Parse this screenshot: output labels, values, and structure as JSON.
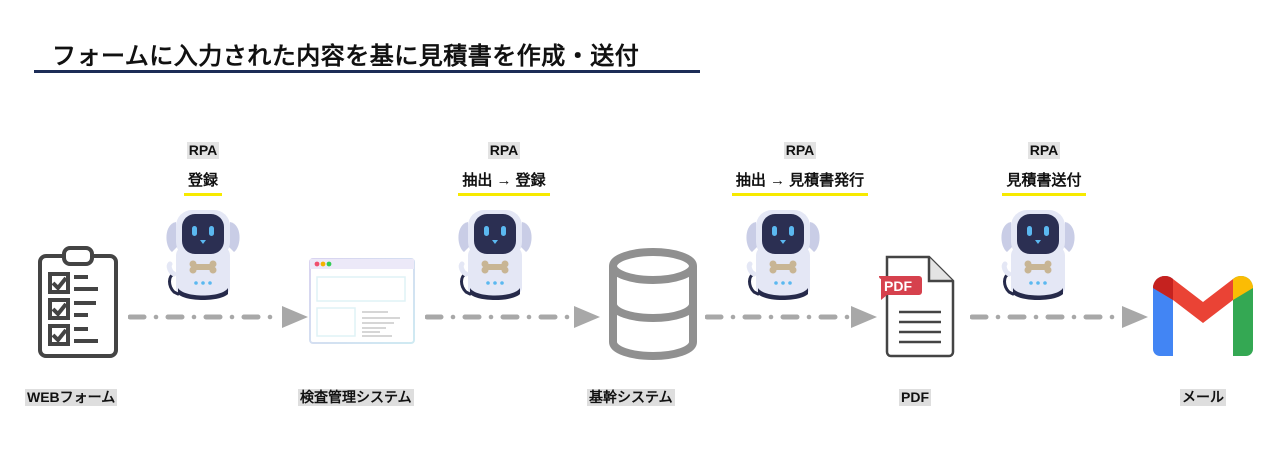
{
  "title": "フォームに入力された内容を基に見積書を作成・送付",
  "colors": {
    "title_rule": "#1d2d57",
    "highlight": "#f7ea00",
    "arrow": "#a8a8a8",
    "label_bg": "#dedede"
  },
  "nodes": [
    {
      "label": "WEBフォーム",
      "icon": "clipboard-checklist-icon"
    },
    {
      "label": "検査管理システム",
      "icon": "browser-window-icon"
    },
    {
      "label": "基幹システム",
      "icon": "database-icon"
    },
    {
      "label": "PDF",
      "icon": "pdf-document-icon",
      "badge": "PDF"
    },
    {
      "label": "メール",
      "icon": "gmail-icon"
    }
  ],
  "steps": [
    {
      "tag": "RPA",
      "action": "登録",
      "icon": "robot-icon"
    },
    {
      "tag": "RPA",
      "action": "抽出 → 登録",
      "icon": "robot-icon"
    },
    {
      "tag": "RPA",
      "action": "抽出 → 見積書発行",
      "icon": "robot-icon"
    },
    {
      "tag": "RPA",
      "action": "見積書送付",
      "icon": "robot-icon"
    }
  ]
}
